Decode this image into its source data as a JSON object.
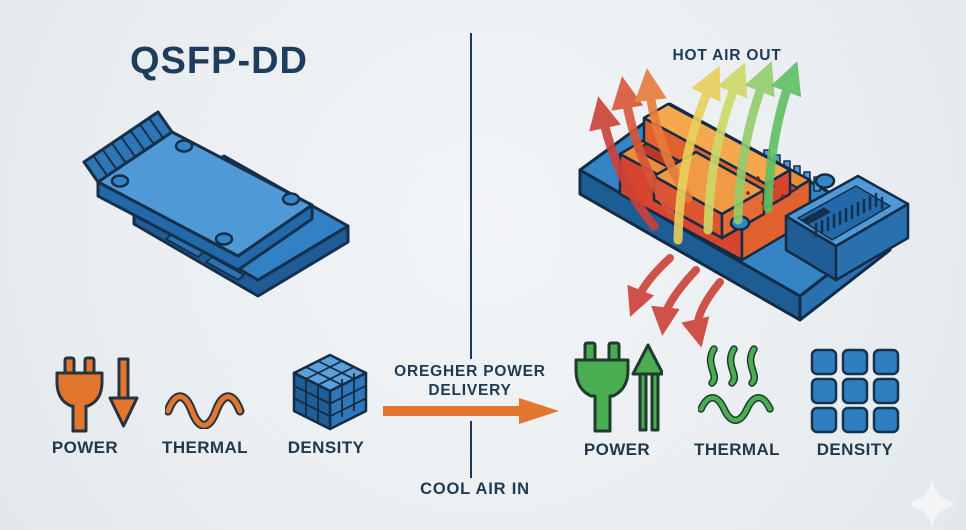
{
  "title": "QSFP-DD",
  "left_panel": {
    "metrics": [
      {
        "label": "POWER",
        "icon": "plug-down-arrow-icon",
        "color": "#e2762f"
      },
      {
        "label": "THERMAL",
        "icon": "sine-wave-icon",
        "color": "#e2762f"
      },
      {
        "label": "DENSITY",
        "icon": "cube-3d-icon",
        "color": "#3585c6"
      }
    ]
  },
  "right_panel": {
    "hot_air_label": "HOT AIR OUT",
    "metrics": [
      {
        "label": "POWER",
        "icon": "plug-up-arrow-icon",
        "color": "#4aad52"
      },
      {
        "label": "THERMAL",
        "icon": "heat-waves-icon",
        "color": "#4aad52"
      },
      {
        "label": "DENSITY",
        "icon": "grid-3x3-icon",
        "color": "#2f7fc0"
      }
    ]
  },
  "center_column": {
    "transition_line1": "OREGHER POWER",
    "transition_line2": "DELIVERY",
    "cool_air_label": "COOL AIR IN"
  },
  "colors": {
    "background": "#ebeff2",
    "ink": "#1e3c5c",
    "module_blue": "#3585c6",
    "module_blue_light": "#4f9ad6",
    "module_blue_dark": "#1f5c95",
    "heatsink_orange": "#ef8c3b",
    "heatsink_red": "#d6452e",
    "arrow_orange": "#e2762f",
    "arrow_red": "#cc4136",
    "arrow_yellow": "#e8d05c",
    "arrow_green": "#5fbf63",
    "icon_green": "#4aad52"
  }
}
